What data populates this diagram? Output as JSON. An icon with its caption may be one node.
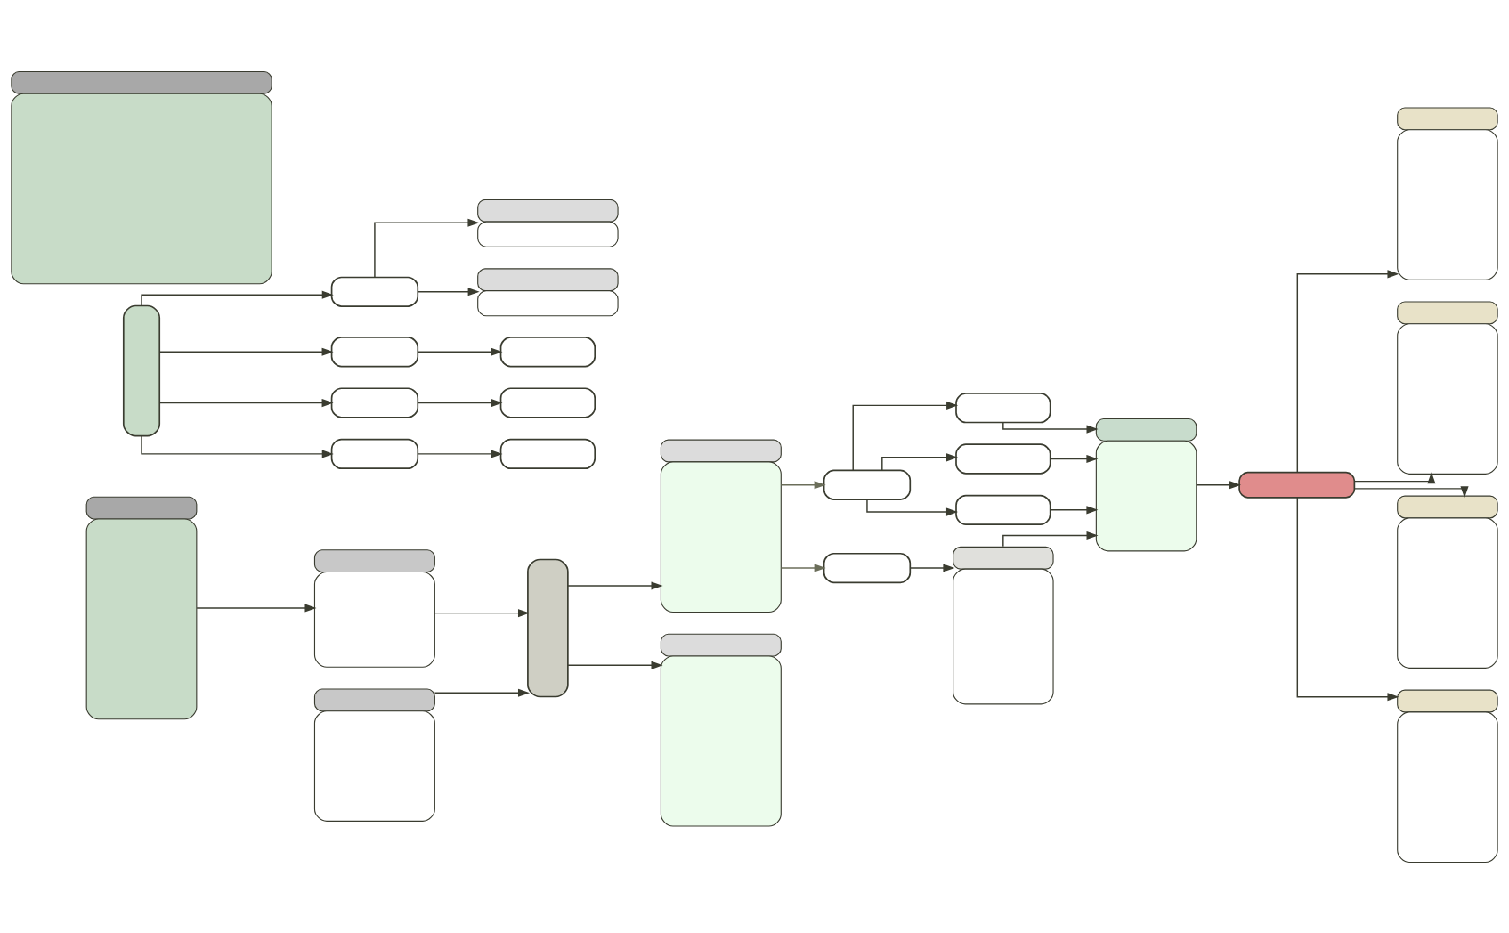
{
  "diagram": {
    "nodes": [
      {
        "text": [],
        "shape": "box"
      },
      {
        "text": [],
        "shape": "box"
      },
      {
        "text": [],
        "shape": "box"
      },
      {
        "text": [],
        "shape": "box"
      },
      {
        "text": [],
        "shape": "box"
      },
      {
        "text": [],
        "shape": "box"
      },
      {
        "text": [],
        "shape": "ellipse"
      },
      {
        "text": [],
        "shape": "box"
      },
      {
        "text": [],
        "shape": "box"
      },
      {
        "text": [],
        "shape": "box"
      },
      {
        "text": [],
        "shape": "ellipse"
      },
      {
        "text": [],
        "shape": "box"
      },
      {
        "text": [],
        "shape": "box"
      },
      {
        "text": [],
        "shape": "ellipse"
      },
      {
        "text": [],
        "shape": "box"
      },
      {
        "text": [],
        "shape": "box"
      },
      {
        "text": [],
        "shape": "box"
      },
      {
        "text": [],
        "shape": "box"
      },
      {
        "text": [],
        "shape": "ellipse"
      },
      {
        "text": [],
        "shape": "ellipse"
      },
      {
        "text": [],
        "shape": "ellipse"
      },
      {
        "text": [],
        "shape": "ellipse"
      },
      {
        "text": [],
        "shape": "ellipse"
      },
      {
        "text": [],
        "shape": "box"
      },
      {
        "text": [],
        "shape": "box"
      },
      {
        "text": [],
        "shape": "box"
      },
      {
        "text": [],
        "shape": "box"
      },
      {
        "text": [],
        "shape": "box"
      },
      {
        "text": [],
        "shape": "box"
      }
    ],
    "edges": [
      {
        "from": 0,
        "to": 1,
        "arrow": "to"
      },
      {
        "from": 1,
        "to": 3,
        "arrow": "to"
      },
      {
        "from": 2,
        "to": 3,
        "arrow": "to"
      },
      {
        "from": 3,
        "to": 4,
        "arrow": "to"
      },
      {
        "from": 3,
        "to": 5,
        "arrow": "to"
      },
      {
        "from": 4,
        "to": 6,
        "arrow": "to",
        "color": "#6b6e5a"
      },
      {
        "from": 4,
        "to": 10,
        "arrow": "to",
        "color": "#6b6e5a"
      },
      {
        "from": 6,
        "to": 7,
        "arrow": "to"
      },
      {
        "from": 6,
        "to": 8,
        "arrow": "to"
      },
      {
        "from": 6,
        "to": 9,
        "arrow": "to"
      },
      {
        "from": 7,
        "to": 12,
        "arrow": "to"
      },
      {
        "from": 8,
        "to": 12,
        "arrow": "to"
      },
      {
        "from": 9,
        "to": 12,
        "arrow": "to"
      },
      {
        "from": 10,
        "to": 11,
        "arrow": "to"
      },
      {
        "from": 11,
        "to": 12,
        "arrow": "to"
      },
      {
        "from": 12,
        "to": 13,
        "arrow": "to"
      },
      {
        "from": 13,
        "to": 14,
        "arrow": "to"
      },
      {
        "from": 13,
        "to": 15,
        "arrow": "to"
      },
      {
        "from": 13,
        "to": 16,
        "arrow": "to"
      },
      {
        "from": 13,
        "to": 17,
        "arrow": "to"
      },
      {
        "from": 18,
        "to": 19,
        "arrow": "to"
      },
      {
        "from": 18,
        "to": 20,
        "arrow": "to"
      },
      {
        "from": 18,
        "to": 21,
        "arrow": "to"
      },
      {
        "from": 18,
        "to": 22,
        "arrow": "to"
      },
      {
        "from": 19,
        "to": 23,
        "arrow": "to"
      },
      {
        "from": 19,
        "to": 24,
        "arrow": "to"
      },
      {
        "from": 20,
        "to": 25,
        "arrow": "to"
      },
      {
        "from": 21,
        "to": 26,
        "arrow": "to"
      },
      {
        "from": 22,
        "to": 27,
        "arrow": "to"
      }
    ]
  }
}
